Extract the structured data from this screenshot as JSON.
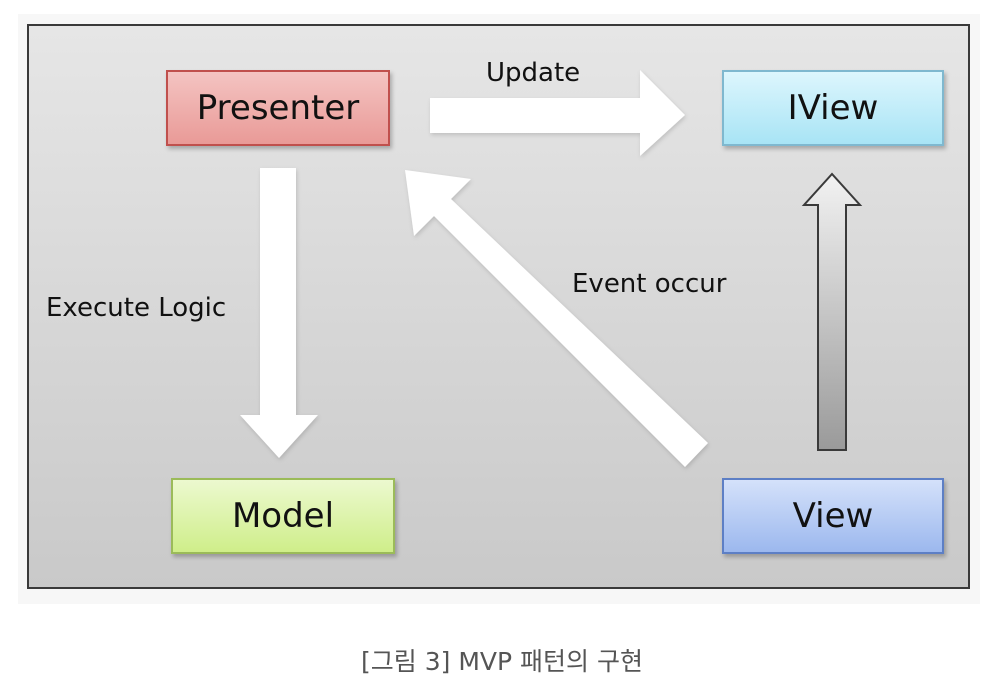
{
  "diagram": {
    "nodes": {
      "presenter": "Presenter",
      "iview": "IView",
      "model": "Model",
      "view": "View"
    },
    "edges": {
      "update": "Update",
      "execute_logic": "Execute Logic",
      "event_occur": "Event occur"
    }
  },
  "caption": "[그림 3] MVP 패턴의 구현",
  "colors": {
    "presenter_fill": "#e99a97",
    "iview_fill": "#a8e4f5",
    "model_fill": "#cfee8a",
    "view_fill": "#9cb8ee"
  }
}
